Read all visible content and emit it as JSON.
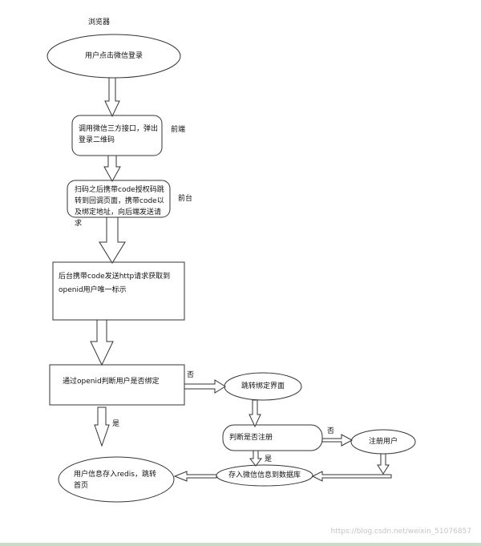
{
  "title": "浏览器",
  "nodes": {
    "n1": "用户点击微信登录",
    "n2": "调用微信三方接口，弹出登录二维码",
    "n3": "扫码之后携带code授权码跳转到回调页面，携带code以及绑定地址，向后端发送请求",
    "n4": "后台携带code发送http请求获取到openid用户唯一标示",
    "n5": "通过openid判断用户是否绑定",
    "n6": "跳转绑定界面",
    "n7": "判断是否注册",
    "n8": "注册用户",
    "n9": "存入微信信息到数据库",
    "n10": "用户信息存入redis，跳转首页"
  },
  "side_labels": {
    "frontend": "前端",
    "front_stage": "前台"
  },
  "edge_labels": {
    "no1": "否",
    "yes1": "是",
    "no2": "否",
    "yes2": "是"
  },
  "watermark": "https://blog.csdn.net/weixin_51076857",
  "colors": {
    "stroke": "#333333",
    "fill": "#ffffff",
    "watermark": "#c4c4c4",
    "bottom_bar": "#c9ddc9"
  }
}
